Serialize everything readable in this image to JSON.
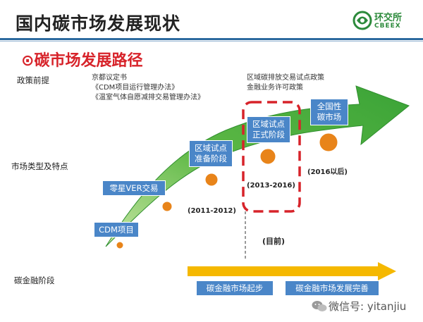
{
  "title": "国内碳市场发展现状",
  "subtitle": "碳市场发展路径",
  "subtitle_bullet": "⊙",
  "brand": {
    "name_cn": "环交所",
    "name_en": "CBEEX"
  },
  "row_labels": {
    "policy": "政策前提",
    "market": "市场类型及特点",
    "finance": "碳金融阶段"
  },
  "policy_notes": {
    "left": [
      "京都议定书",
      "《CDM项目运行管理办法》",
      "《温室气体自愿减排交易管理办法》"
    ],
    "right": [
      "区域碳排放交易试点政策",
      "金融业务许可政策"
    ]
  },
  "stages": [
    {
      "label": "CDM项目"
    },
    {
      "label": "零星VER交易"
    },
    {
      "label": "区域试点\n准备阶段",
      "period": "(2011-2012)"
    },
    {
      "label": "区域试点\n正式阶段",
      "period": "(2013-2016)"
    },
    {
      "label": "全国性\n碳市场",
      "period": "(2016以后)"
    }
  ],
  "current_marker": "(目前)",
  "finance_stages": [
    "碳金融市场起步",
    "碳金融市场发展完善"
  ],
  "watermark": "微信号: yitanjiu",
  "colors": {
    "arrow_green": "#3aa337",
    "arrow_light": "#c9e7a5",
    "box_blue": "#4a86c8",
    "dot_orange": "#e8841a",
    "dash_red": "#d7232a",
    "finance_arrow": "#f5b800",
    "title_rule": "#2d6a9f"
  }
}
